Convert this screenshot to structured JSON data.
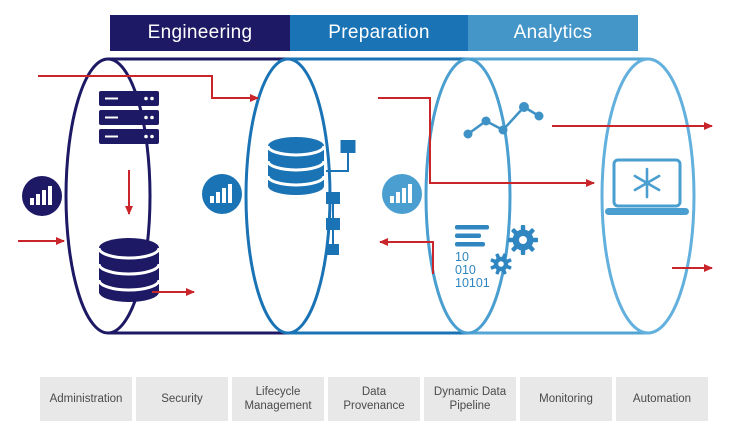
{
  "stages": [
    {
      "label": "Engineering",
      "color": "#1d1964"
    },
    {
      "label": "Preparation",
      "color": "#1a73b5"
    },
    {
      "label": "Analytics",
      "color": "#4496c9"
    }
  ],
  "analytics": {
    "binary_lines": [
      "10",
      "010",
      "10101"
    ]
  },
  "icons": [
    "bar-chart-badge",
    "server-rack-icon",
    "database-icon",
    "flow-nodes-icon",
    "scatter-chart-icon",
    "code-lines-icon",
    "gear-large-icon",
    "gear-small-icon",
    "laptop-snowflake-icon"
  ],
  "arrows": {
    "color": "#c9252b"
  },
  "footer": {
    "items": [
      {
        "label": "Administration"
      },
      {
        "label": "Security"
      },
      {
        "label": "Lifecycle Management"
      },
      {
        "label": "Data Provenance"
      },
      {
        "label": "Dynamic Data Pipeline"
      },
      {
        "label": "Monitoring"
      },
      {
        "label": "Automation"
      }
    ]
  }
}
